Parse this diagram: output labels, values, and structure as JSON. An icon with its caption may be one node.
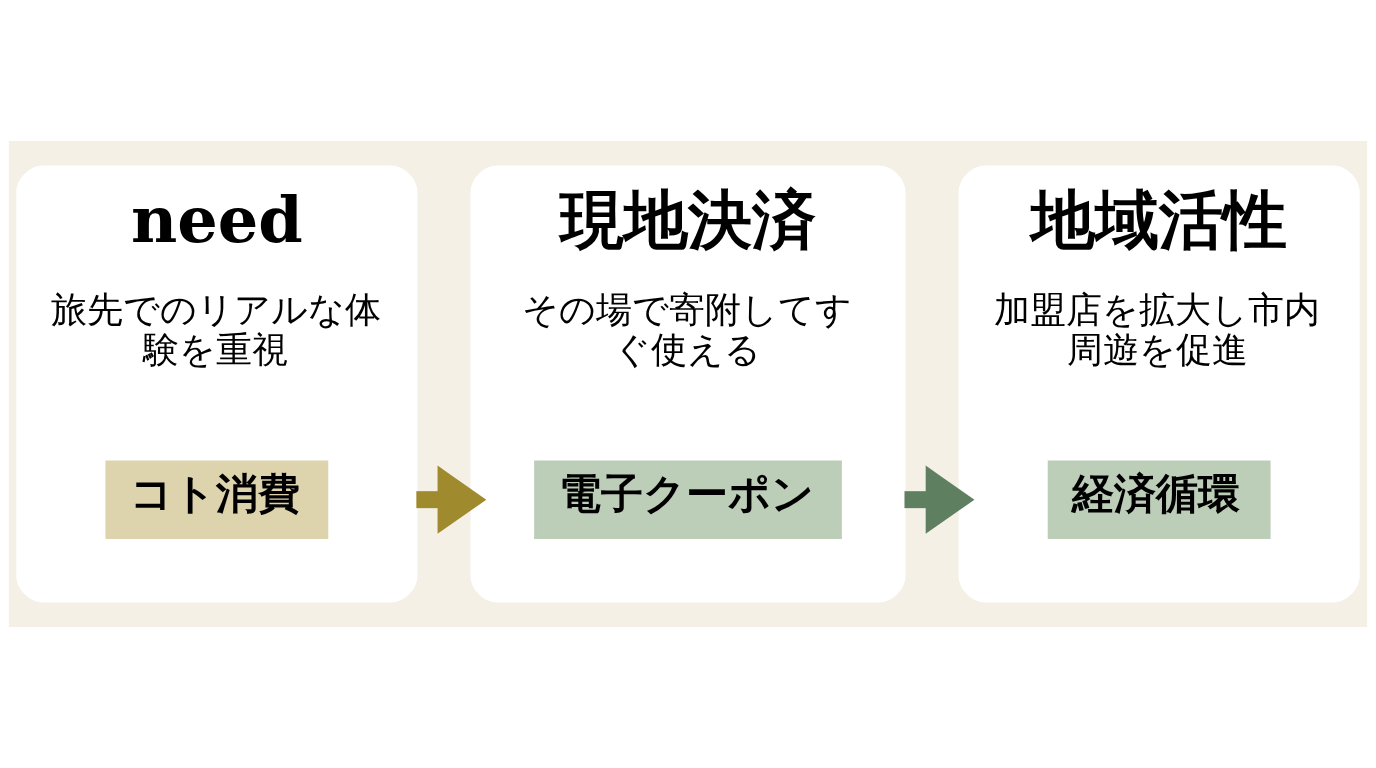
{
  "diagram": {
    "nodes": [
      {
        "text": [
          "need",
          "旅先でのリアルな体験を重視"
        ]
      },
      {
        "text": [
          "コト消費"
        ],
        "in": 0
      },
      {
        "text": [
          "現地決済",
          "その場で寄附してすぐ使える"
        ]
      },
      {
        "text": [
          "電子クーポン"
        ],
        "in": 2
      },
      {
        "text": [
          "地域活性",
          "加盟店を拡大し市内周遊を促進"
        ]
      },
      {
        "text": [
          "経済循環"
        ],
        "in": 4
      }
    ],
    "edges": [
      {
        "from": 0,
        "to": 2,
        "arrow": "to",
        "color": "#a08a2e"
      },
      {
        "from": 2,
        "to": 4,
        "arrow": "to",
        "color": "#5f8060"
      }
    ]
  }
}
